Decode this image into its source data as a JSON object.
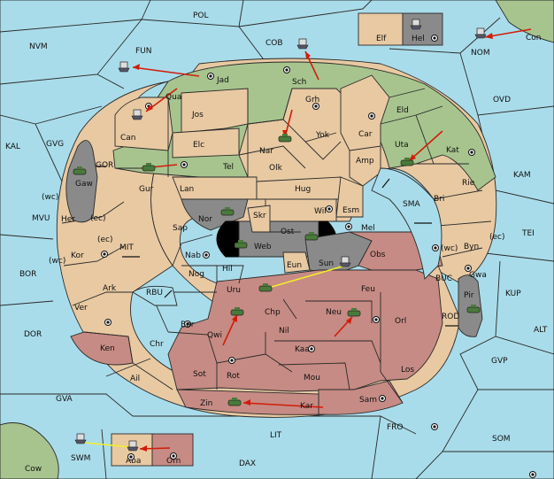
{
  "colors": {
    "sea": "#a9dcea",
    "neutral": "#e8c9a2",
    "green_power": "#a7c48e",
    "red_power": "#c68b84",
    "grey_power": "#8a8a8a",
    "move_arrow": "#d21c0a",
    "support_line": "#f2ee2a"
  },
  "seas": {
    "POL": "POL",
    "NVM": "NVM",
    "FUN": "FUN",
    "COB": "COB",
    "NOM": "NOM",
    "Con": "Con",
    "OVD": "OVD",
    "KAL": "KAL",
    "GVG": "GVG",
    "GOR": "GOR",
    "KAM": "KAM",
    "MVU": "MVU",
    "wc1": "(wc)",
    "ec1": "(ec)",
    "ec2": "(ec)",
    "wc2": "(wc)",
    "MIT": "MIT",
    "SMA": "SMA",
    "TEI": "TEI",
    "BOR": "BOR",
    "RBU": "RBU",
    "BUC": "BUC",
    "KUP": "KUP",
    "wc3": "(wc)",
    "ec3": "(ec)",
    "DOR": "DOR",
    "ROD": "ROD",
    "ALT": "ALT",
    "GVP": "GVP",
    "GVA": "GVA",
    "FRO": "FRO",
    "SOM": "SOM",
    "LIT": "LIT",
    "SWM": "SWM",
    "DAX": "DAX",
    "Cow": "Cow"
  },
  "provinces": {
    "Elf": "Elf",
    "Hel": "Hel",
    "Jad": "Jad",
    "Sch": "Sch",
    "Qua": "Qua",
    "Jos": "Jos",
    "Grh": "Grh",
    "Eld": "Eld",
    "Can": "Can",
    "Elc": "Elc",
    "Nar": "Nar",
    "Yok": "Yok",
    "Car": "Car",
    "Uta": "Uta",
    "Kat": "Kat",
    "Tel": "Tel",
    "Olk": "Olk",
    "Amp": "Amp",
    "Gur": "Gur",
    "Lan": "Lan",
    "Hug": "Hug",
    "Gaw": "Gaw",
    "Rie": "Rie",
    "Bri": "Bri",
    "Her": "Her",
    "Nor": "Nor",
    "Skr": "Skr",
    "Wil": "Wil",
    "Esm": "Esm",
    "Sap": "Sap",
    "Ost": "Ost",
    "Web": "Web",
    "Mel": "Mel",
    "Kor": "Kor",
    "Nab": "Nab",
    "Eun": "Eun",
    "Sun": "Sun",
    "Obs": "Obs",
    "Byn": "Byn",
    "Gwa": "Gwa",
    "Ark": "Ark",
    "Nog": "Nog",
    "Hil": "Hil",
    "Uru": "Uru",
    "Feu": "Feu",
    "Pir": "Pir",
    "Ver": "Ver",
    "Bar": "Bar",
    "Chp": "Chp",
    "Neu": "Neu",
    "Qwi": "Qwi",
    "Nil": "Nil",
    "Orl": "Orl",
    "Ken": "Ken",
    "Chr": "Chr",
    "Kaa": "Kaa",
    "Sot": "Sot",
    "Rot": "Rot",
    "Ail": "Ail",
    "Mou": "Mou",
    "Los": "Los",
    "Zin": "Zin",
    "Kar": "Kar",
    "Sam": "Sam",
    "Aba": "Aba",
    "Orn": "Orn"
  }
}
